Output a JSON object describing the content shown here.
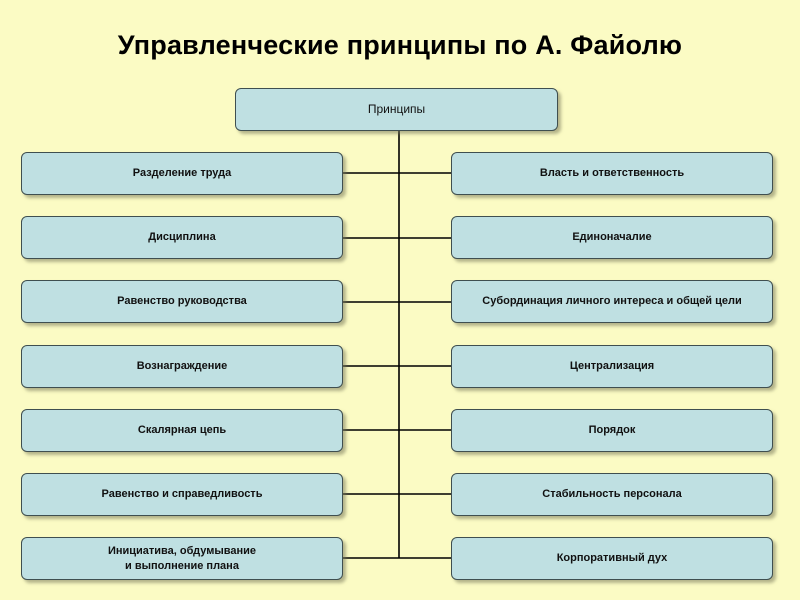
{
  "title": "Управленческие принципы по А. Файолю",
  "root": "Принципы",
  "left": [
    "Разделение труда",
    "Дисциплина",
    "Равенство руководства",
    "Вознаграждение",
    "Скалярная цепь",
    "Равенство и справедливость",
    "Инициатива, обдумывание\nи выполнение плана"
  ],
  "right": [
    "Власть и ответственность",
    "Единоначалие",
    "Субординация личного интереса и общей цели",
    "Централизация",
    "Порядок",
    "Стабильность персонала",
    "Корпоративный дух"
  ],
  "colors": {
    "background": "#fbfbc4",
    "box_fill": "#bfe0e2",
    "box_border": "#3f4f50",
    "connector": "#000000"
  }
}
